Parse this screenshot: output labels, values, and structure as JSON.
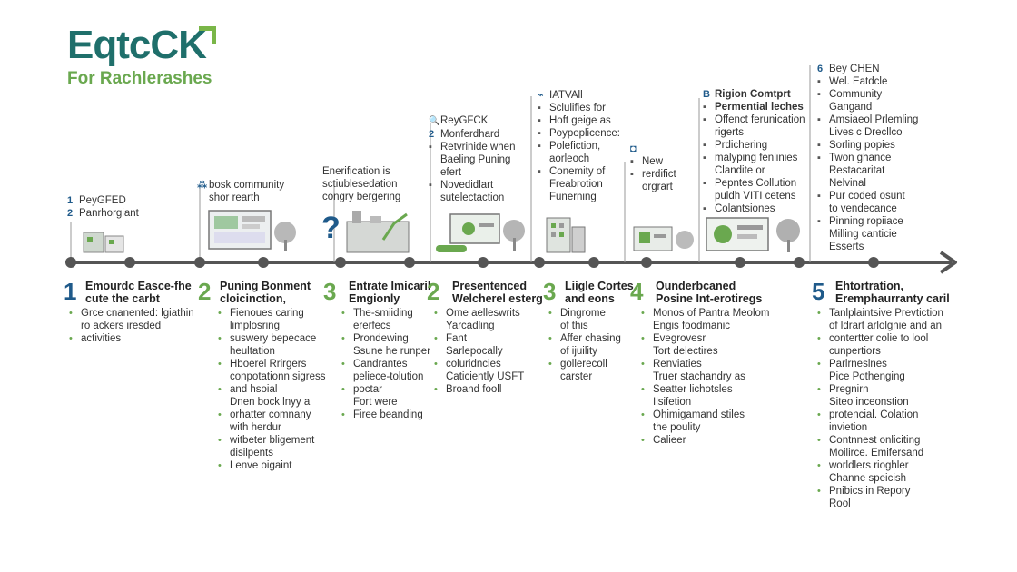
{
  "logo": {
    "title": "EqtcCK",
    "subtitle": "For Rachlerashes"
  },
  "colors": {
    "teal": "#1f6f6b",
    "green": "#6aa84f",
    "navy": "#1f5a8a",
    "axis": "#555555"
  },
  "upper": {
    "a": {
      "bullets": [
        "1",
        "2"
      ],
      "lines": [
        "PeyGFED",
        "Panrhorgiant"
      ]
    },
    "b": {
      "bullets": [
        "⁂"
      ],
      "lines": [
        "bosk community",
        "shor rearth"
      ]
    },
    "c": {
      "bullets": [],
      "lines": [
        "Enerification is",
        "sctiublesedation",
        "congry bergering"
      ]
    },
    "d": {
      "bullets": [
        "🔍",
        "2",
        "▪",
        "▪"
      ],
      "lines": [
        "ReyGFCK",
        "Monferdhard",
        "Retvrinide when",
        "Baeling Puning",
        "efert",
        "Novedidlart",
        "sutelectaction"
      ]
    },
    "e": {
      "bullets": [
        "▪",
        "▪",
        "▪",
        "▪",
        "▪"
      ],
      "lines": [
        "IATVAll",
        "Sclulifies for",
        "Hoft geige as",
        "Poypoplicence:",
        "Polefiction,",
        "aorleoch",
        "Conemity of",
        "Freabrotion",
        "Funerning"
      ]
    },
    "f": {
      "bullets": [
        "▪",
        "▪"
      ],
      "lines": [
        "New",
        "rerdifict",
        "orgrart"
      ]
    },
    "g": {
      "bullets": [
        "B",
        "▪",
        "▪",
        "▪",
        "▪",
        "▪",
        "▪"
      ],
      "lines": [
        "Rigion Comtprt",
        "Permential leches",
        "Offenct ferunication",
        "rigerts",
        "Prdichering",
        "malyping fenlinies",
        "Clandite or",
        "Pepntes Collution",
        "puldh VITI cetens",
        "Colantsiones"
      ]
    },
    "h": {
      "bullets": [
        "6",
        "▪",
        "▪",
        "▪",
        "▪",
        "▪",
        "▪",
        "▪",
        "▪",
        "▪",
        "▪"
      ],
      "lines": [
        "Bey CHEN",
        "Wel. Eatdcle",
        "Community",
        "Gangand",
        "Amsiaeol Prlemling",
        "Lives c Drecllco",
        "Sorling popies",
        "Twon ghance",
        "Restacaritat",
        "Nelvinal",
        "Pur coded osunt",
        "to vendecance",
        "Pinning ropiiace",
        "Milling canticie",
        "Esserts"
      ]
    }
  },
  "blocks": [
    {
      "num": "1",
      "color": "blue",
      "head": [
        "Emourdc Easce-fhe",
        "cute the carbt"
      ],
      "items": [
        "Grce cnanented: lgiathin",
        "ro ackers iresded",
        "activities"
      ]
    },
    {
      "num": "2",
      "color": "green",
      "head": [
        "Puning Bonment",
        "cloicinction,"
      ],
      "items": [
        "Fienoues caring",
        "limplosring",
        "suswery bepecace",
        "heultation",
        "Hboerel Rrirgers",
        "conpotationn sigress",
        "and hsoial",
        "Dnen bock lnyy a",
        "orhatter comnany",
        "with herdur",
        "witbeter bligement",
        "disilpents",
        "Lenve oigaint"
      ]
    },
    {
      "num": "3",
      "color": "green",
      "head": [
        "Entrate Imicaril",
        "Emgionly"
      ],
      "items": [
        "The-smiiding",
        "ererfecs",
        "Prondewing",
        "Ssune he runper",
        "Candrantes",
        "peliece-tolution",
        "poctar",
        "Fort were",
        "Firee beanding"
      ]
    },
    {
      "num": "2",
      "color": "green",
      "head": [
        "Presentenced",
        "Welcherel esterg"
      ],
      "items": [
        "Ome aelleswrits",
        "Yarcadling",
        "Fant",
        "Sarlepocally",
        "coluridncies",
        "Caticiently USFT",
        "Broand fooll"
      ]
    },
    {
      "num": "3",
      "color": "green",
      "head": [
        "Liigle Cortes",
        "and eons"
      ],
      "items": [
        "Dingrome",
        "of this",
        "Affer chasing",
        "of ijuility",
        "gollerecoll",
        "carster"
      ]
    },
    {
      "num": "4",
      "color": "green",
      "head": [
        "Ounderbcaned",
        "Posine Int-erotiregs"
      ],
      "items": [
        "Monos of Pantra Meolom",
        "Engis foodmanic",
        "Evegrovesr",
        "Tort delectires",
        "Renviaties",
        "Truer stachandry as",
        "Seatter lichotsles",
        "Ilsifetion",
        "Ohimigamand stiles",
        "the poulity",
        "Calieer"
      ]
    },
    {
      "num": "5",
      "color": "blue",
      "head": [
        "Ehtortration,",
        "Eremphaurranty caril"
      ],
      "items": [
        "Tanlplaintsive Prevtiction",
        "of ldrart arlolgnie and an",
        "contertter colie to lool",
        "cunpertiors",
        "Parlrneslnes",
        "Pice Pothenging",
        "Pregnirn",
        "Siteo inceonstion",
        "protencial. Colation",
        "invietion",
        "Contnnest onliciting",
        "Moilirce. Emifersand",
        "worldlers rioghler",
        "Channe speicish",
        "Pnibics in Repory",
        "Rool"
      ]
    }
  ]
}
